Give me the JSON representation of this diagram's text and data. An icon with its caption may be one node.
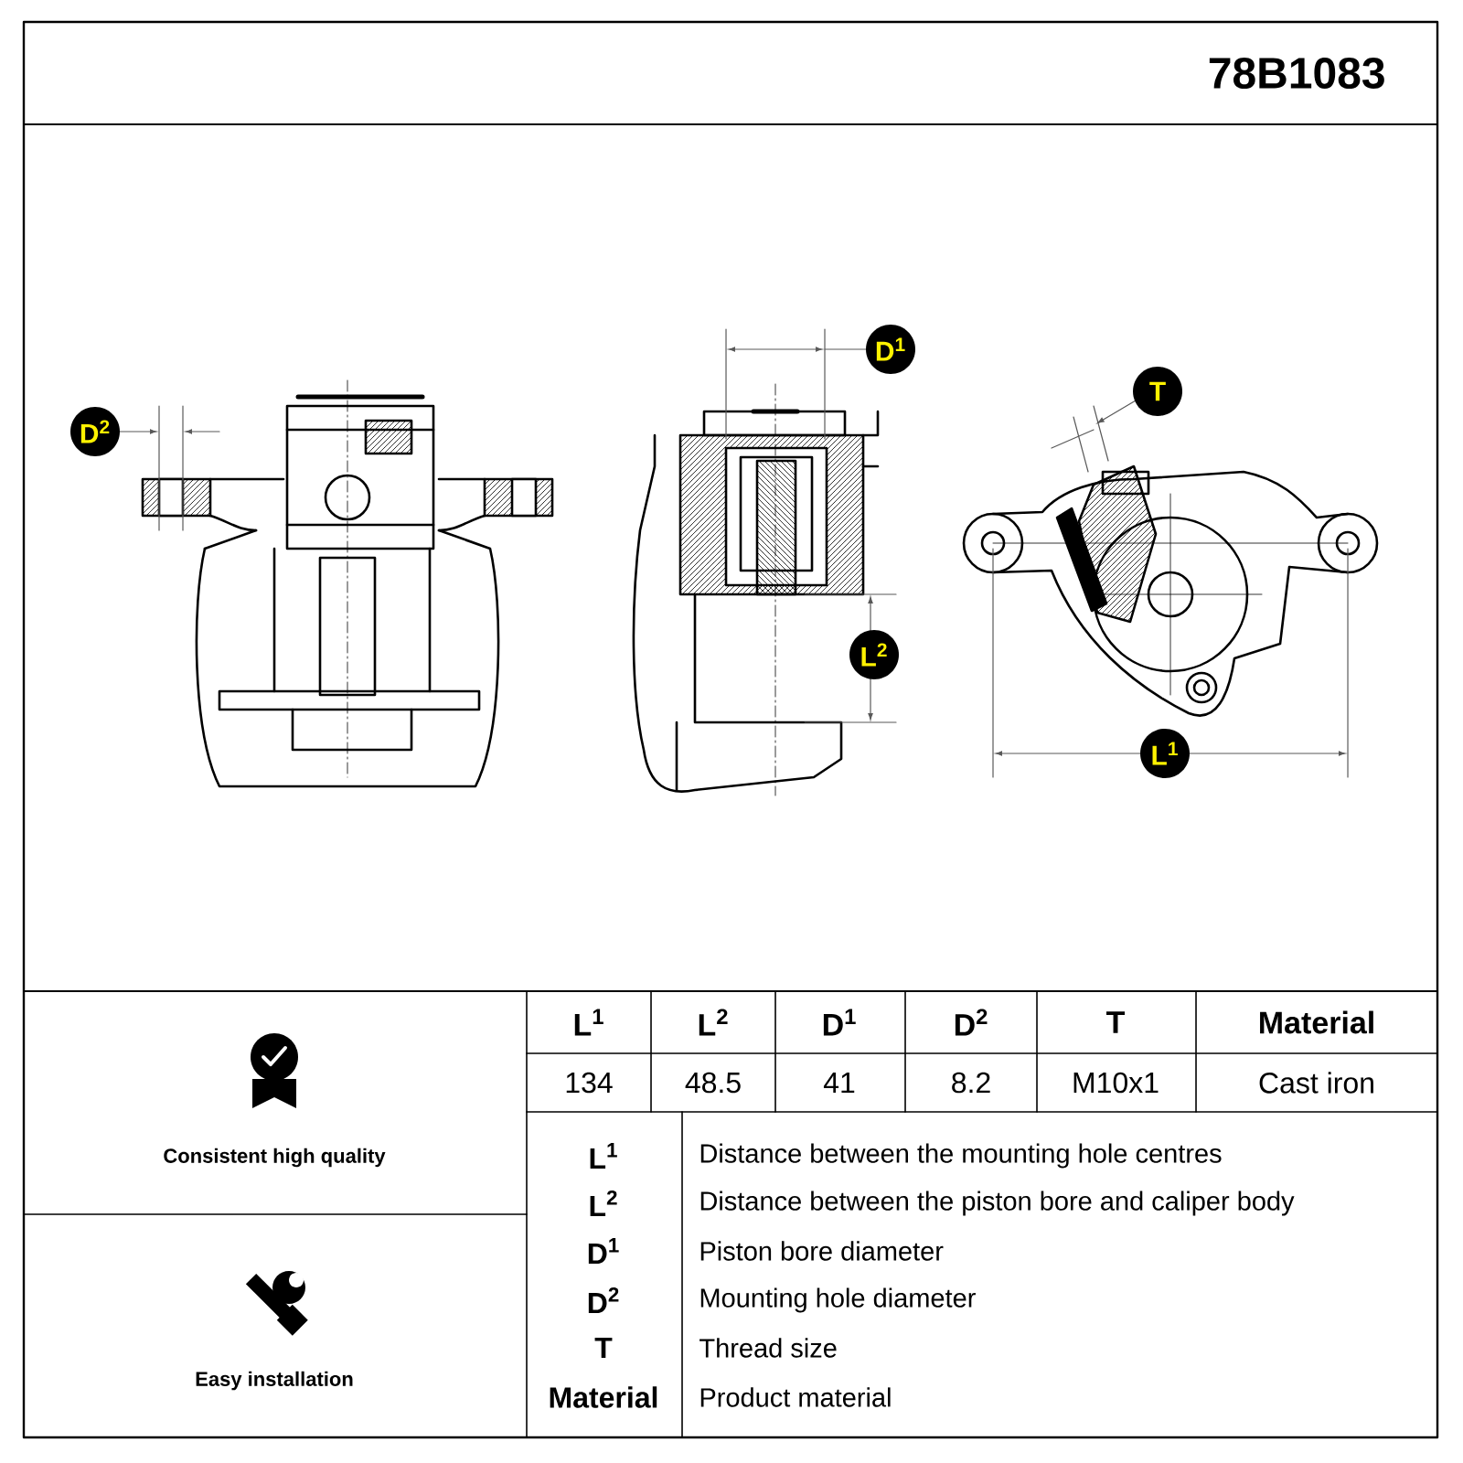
{
  "diagram": {
    "nodes": [
      {
        "text": [
          "D$^{1}$"
        ]
      },
      {
        "text": [
          "T"
        ]
      },
      {
        "text": [
          "D$^{2}$"
        ]
      },
      {
        "text": [
          "L$^{2}$"
        ]
      },
      {
        "text": [
          "L$^{1}$"
        ]
      }
    ],
    "labels": [
      "78B1083",
      "L$^{1}$",
      "L$^{2}$",
      "D$^{1}$",
      "D$^{2}$",
      "T",
      "Material",
      "134",
      "48.5",
      "41",
      "8.2",
      "M10x1",
      "Cast iron",
      "L$^{1}$",
      "Distance between the mounting hole centres",
      "L$^{2}$",
      "Distance between the piston bore and caliper body",
      "D$^{1}$",
      "Piston bore diameter",
      "D$^{2}$",
      "Mounting hole diameter",
      "T",
      "Thread size",
      "Material",
      "Product material",
      "Consistent high quality",
      "Easy installation"
    ]
  }
}
